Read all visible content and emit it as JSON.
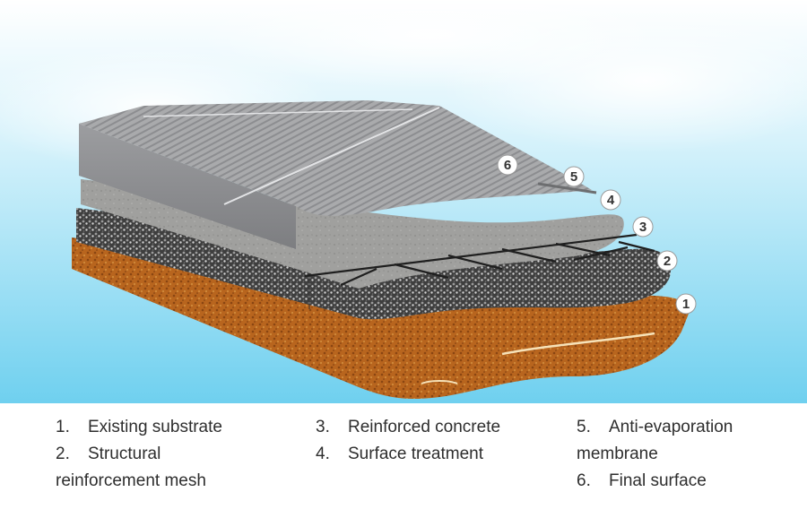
{
  "markers": [
    {
      "id": "6",
      "label": "6"
    },
    {
      "id": "5",
      "label": "5"
    },
    {
      "id": "4",
      "label": "4"
    },
    {
      "id": "3",
      "label": "3"
    },
    {
      "id": "2",
      "label": "2"
    },
    {
      "id": "1",
      "label": "1"
    }
  ],
  "legend": [
    {
      "number": "1.",
      "text": "Existing substrate"
    },
    {
      "number": "2.",
      "text": "Structural",
      "continuation": "reinforcement mesh"
    },
    {
      "number": "3.",
      "text": "Reinforced concrete"
    },
    {
      "number": "4.",
      "text": "Surface treatment"
    },
    {
      "number": "5.",
      "text": "Anti-evaporation",
      "continuation": "membrane"
    },
    {
      "number": "6.",
      "text": "Final surface"
    }
  ],
  "colors": {
    "sky": "#7fd8f2",
    "substrate": "#b8651e",
    "gravel": "#4a4a4a",
    "concrete": "#9a9a98",
    "surface": "#a4a5a7",
    "marker_fill": "#ffffff"
  }
}
